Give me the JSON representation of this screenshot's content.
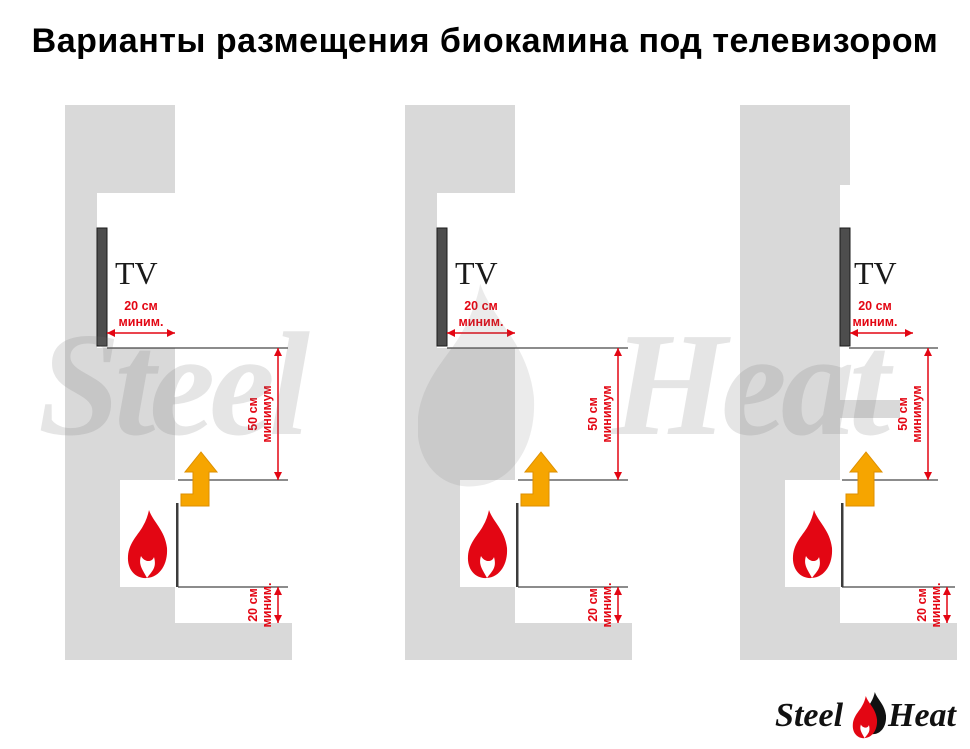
{
  "title": "Варианты размещения биокамина под телевизором",
  "watermark": {
    "steel": "Steel",
    "heat": "Heat"
  },
  "logo": {
    "steel": "Steel",
    "heat": "Heat"
  },
  "colors": {
    "wall_gray": "#d9d9d9",
    "dimension_red": "#e30613",
    "flame_red": "#e30613",
    "arrow_orange": "#f6a500"
  },
  "panels": [
    {
      "tv_label": "TV",
      "dim_top_l1": "20 см",
      "dim_top_l2": "миним.",
      "dim_mid_l1": "50 см",
      "dim_mid_l2": "минимум",
      "dim_bot_l1": "20 см",
      "dim_bot_l2": "миним."
    },
    {
      "tv_label": "TV",
      "dim_top_l1": "20 см",
      "dim_top_l2": "миним.",
      "dim_mid_l1": "50 см",
      "dim_mid_l2": "минимум",
      "dim_bot_l1": "20 см",
      "dim_bot_l2": "миним."
    },
    {
      "tv_label": "TV",
      "dim_top_l1": "20 см",
      "dim_top_l2": "миним.",
      "dim_mid_l1": "50 см",
      "dim_mid_l2": "минимум",
      "dim_bot_l1": "20 см",
      "dim_bot_l2": "миним."
    }
  ]
}
